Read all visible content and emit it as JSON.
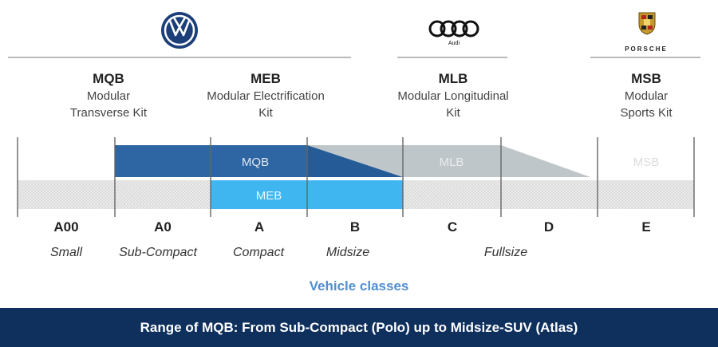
{
  "brands": {
    "vw": {
      "logo": "volkswagen-logo"
    },
    "audi": {
      "logo": "audi-four-rings-logo",
      "label": "Audi"
    },
    "porsche": {
      "logo": "porsche-crest-logo",
      "label": "PORSCHE"
    }
  },
  "kits": [
    {
      "abbr": "MQB",
      "lines": [
        "Modular",
        "Transverse  Kit"
      ]
    },
    {
      "abbr": "MEB",
      "lines": [
        "Modular  Electrification",
        "Kit"
      ]
    },
    {
      "abbr": "MLB",
      "lines": [
        "Modular  Longitudinal",
        "Kit"
      ]
    },
    {
      "abbr": "MSB",
      "lines": [
        "Modular",
        "Sports  Kit"
      ]
    }
  ],
  "bars": [
    {
      "label": "MQB",
      "from_class": "A0",
      "to_class": "B",
      "color": "#2e66a3"
    },
    {
      "label": "MEB",
      "from_class": "A",
      "to_class": "B",
      "color": "#3fb6ef"
    },
    {
      "label": "MLB",
      "from_class": "B",
      "to_class": "D",
      "color": "#bfc6c9"
    },
    {
      "label": "MSB",
      "from_class": "E",
      "to_class": "E",
      "color": "#e8e8e8"
    }
  ],
  "vehicle_classes": [
    {
      "code": "A00",
      "name": "Small"
    },
    {
      "code": "A0",
      "name": "Sub-Compact"
    },
    {
      "code": "A",
      "name": "Compact"
    },
    {
      "code": "B",
      "name": "Midsize"
    },
    {
      "code": "C",
      "name": ""
    },
    {
      "code": "D",
      "name": ""
    },
    {
      "code": "E",
      "name": ""
    }
  ],
  "fullsize_label": "Fullsize",
  "axis_title": "Vehicle classes",
  "banner": "Range of MQB: From Sub-Compact (Polo) up to Midsize-SUV (Atlas)",
  "colors": {
    "mqb": "#2e66a3",
    "meb": "#3fb6ef",
    "mlb": "#bfc6c9",
    "msb_text": "#e8e8e8",
    "banner": "#0f2f5c",
    "axis_title": "#4f8fd1"
  }
}
